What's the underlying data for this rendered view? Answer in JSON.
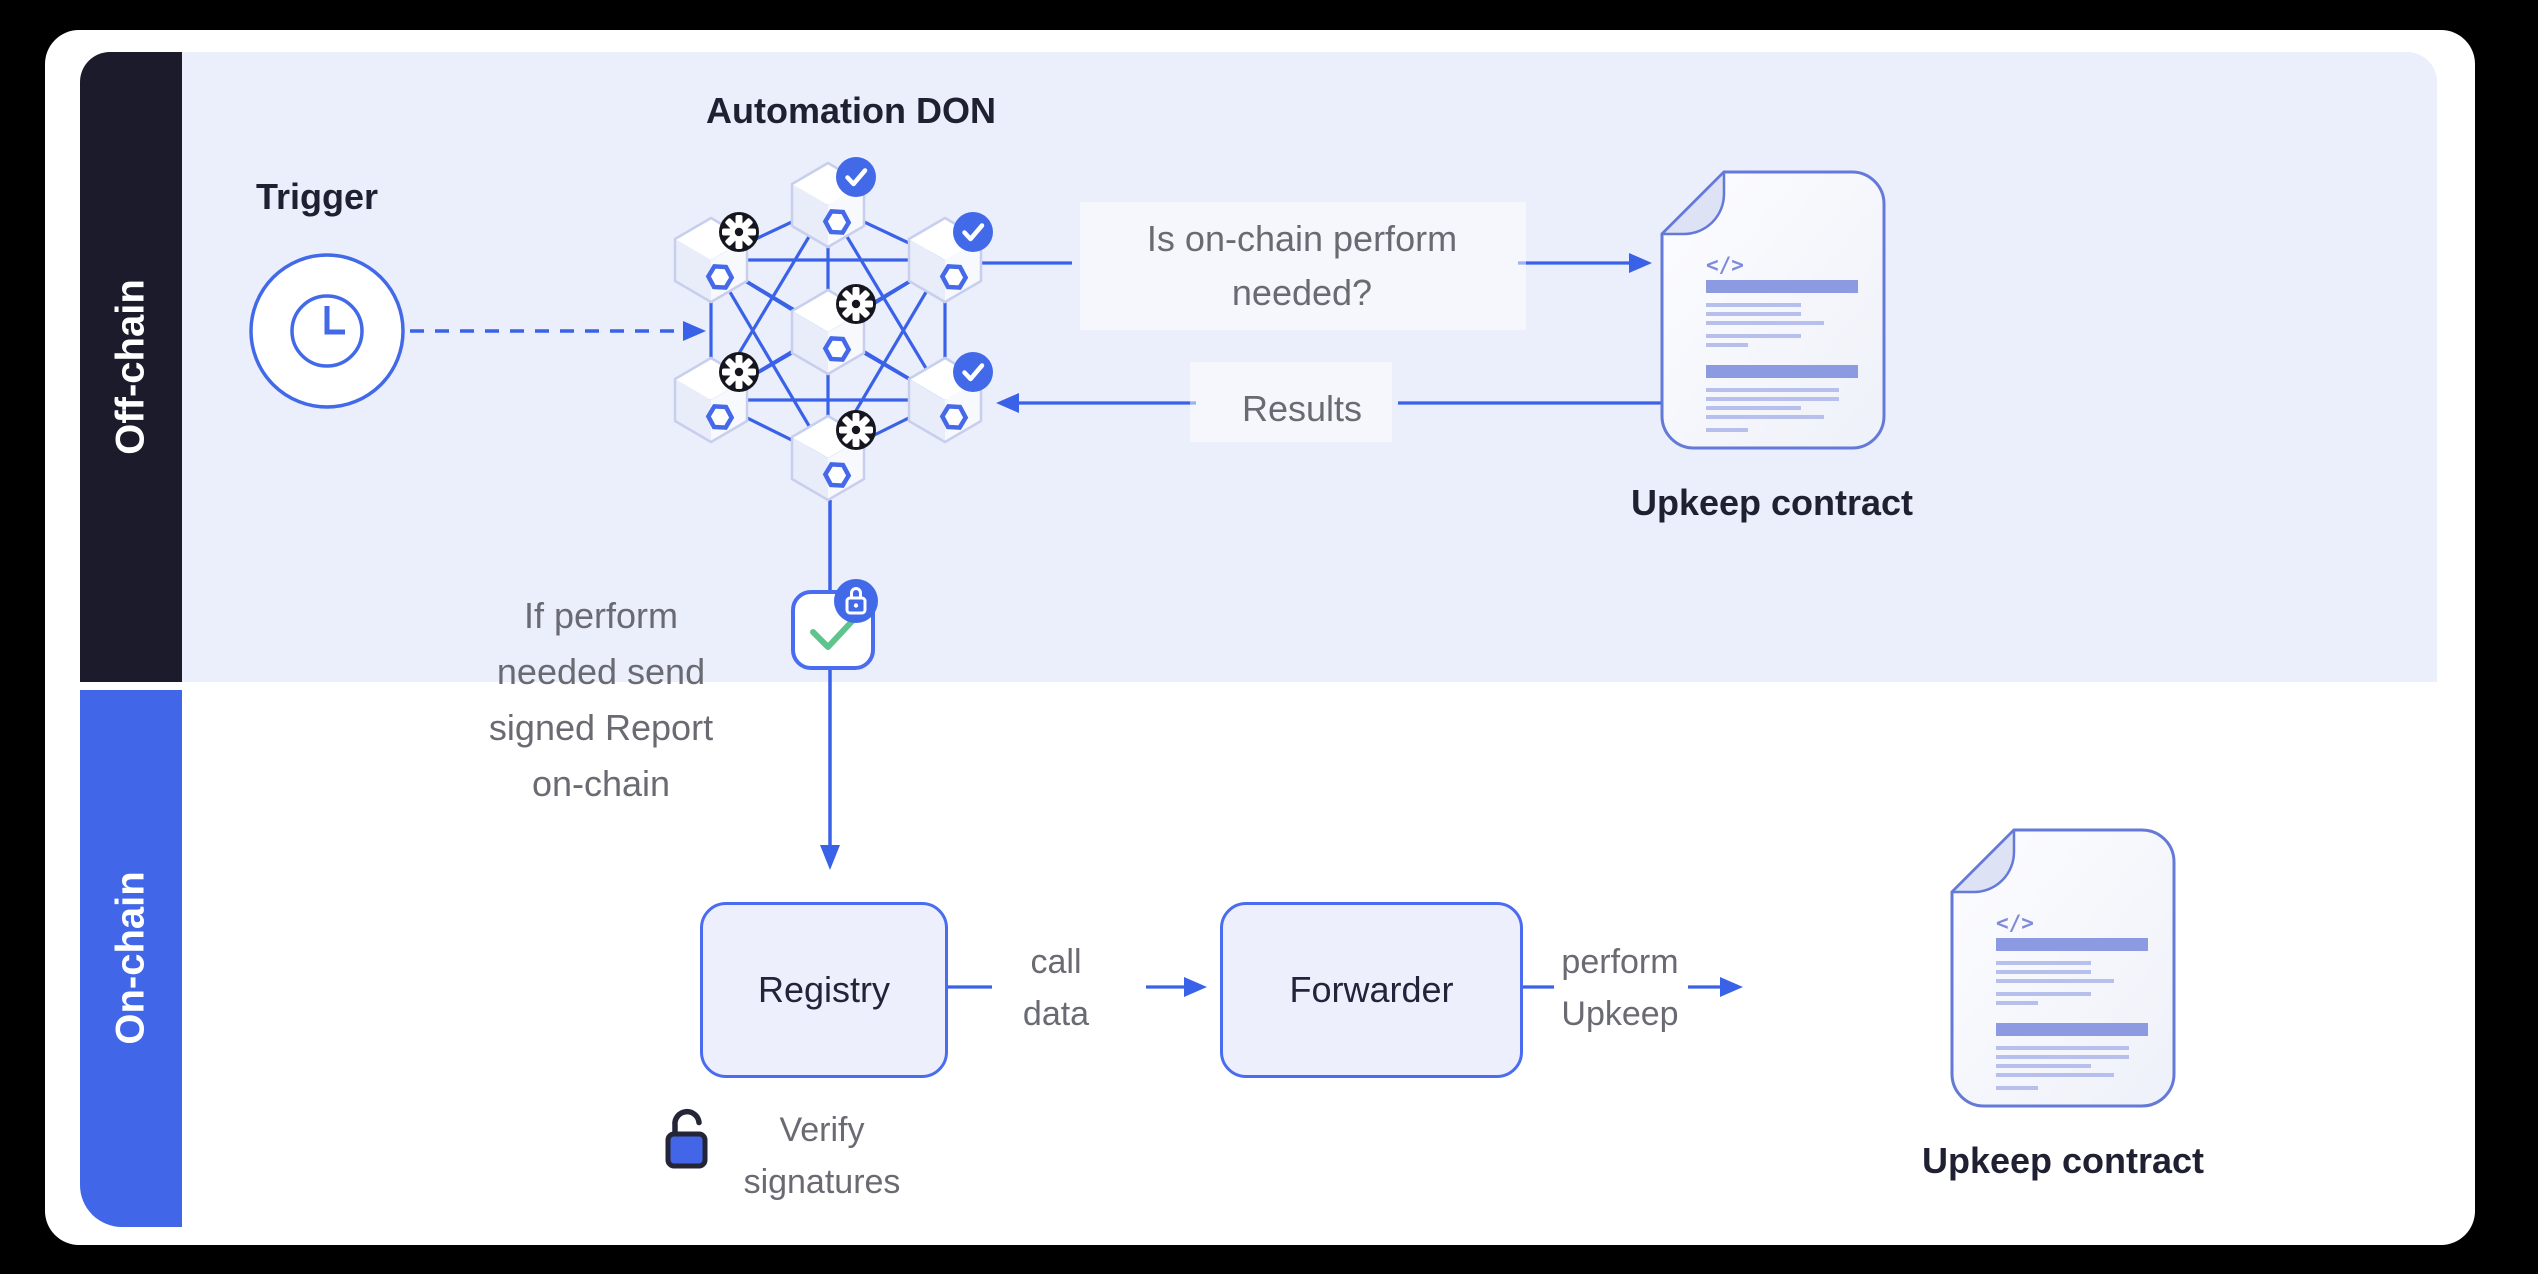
{
  "sections": {
    "offchain_label": "Off-chain",
    "onchain_label": "On-chain"
  },
  "don": {
    "title": "Automation DON",
    "node_count": 7,
    "check_nodes": 3,
    "gear_nodes": 4
  },
  "trigger": {
    "label": "Trigger",
    "icon": "clock-icon"
  },
  "flows": {
    "question_label": "Is on-chain perform\nneeded?",
    "results_label": "Results",
    "if_perform_label": "If perform\nneeded send\nsigned Report\non-chain",
    "call_data_label": "call\ndata",
    "perform_upkeep_label": "perform\nUpkeep",
    "verify_signatures_label": "Verify\nsignatures"
  },
  "boxes": {
    "registry_label": "Registry",
    "forwarder_label": "Forwarder"
  },
  "contracts": {
    "top_label": "Upkeep contract",
    "bottom_label": "Upkeep contract",
    "code_glyph": "</>"
  },
  "colors": {
    "accent_blue": "#4166e8",
    "line_blue": "#3a62e8",
    "navy_dark": "#1b1b2c",
    "lavender_panel": "#ebeefb",
    "gray_text": "#6a6a73",
    "green_check": "#5ec48e",
    "badge_dark": "#16161e",
    "box_fill": "#edf0fc"
  }
}
